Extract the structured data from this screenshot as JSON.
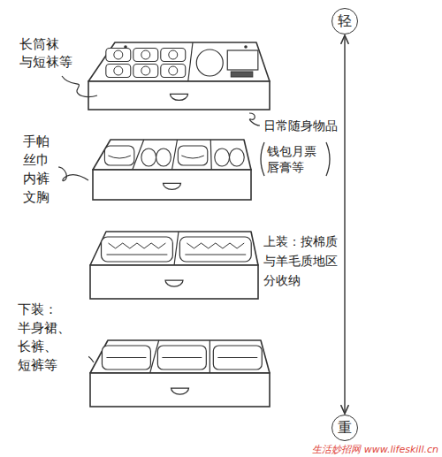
{
  "diagram": {
    "nodes": [
      {
        "text": [
          "轻"
        ]
      },
      {
        "text": [
          "重"
        ]
      }
    ],
    "edges": [
      {
        "from": 0,
        "to": 1,
        "arrow": "both"
      }
    ],
    "labels": [
      "长筒袜 与短袜等",
      "日常随身物品",
      "钱包月票 唇膏等",
      "手帕 丝巾 内裤 文胸",
      "上装：按棉质 与羊毛质地区 分收纳",
      "下装： 半身裙、 长裤、 短裤等",
      "生活妙招网 www.lifeskill.cn"
    ]
  }
}
